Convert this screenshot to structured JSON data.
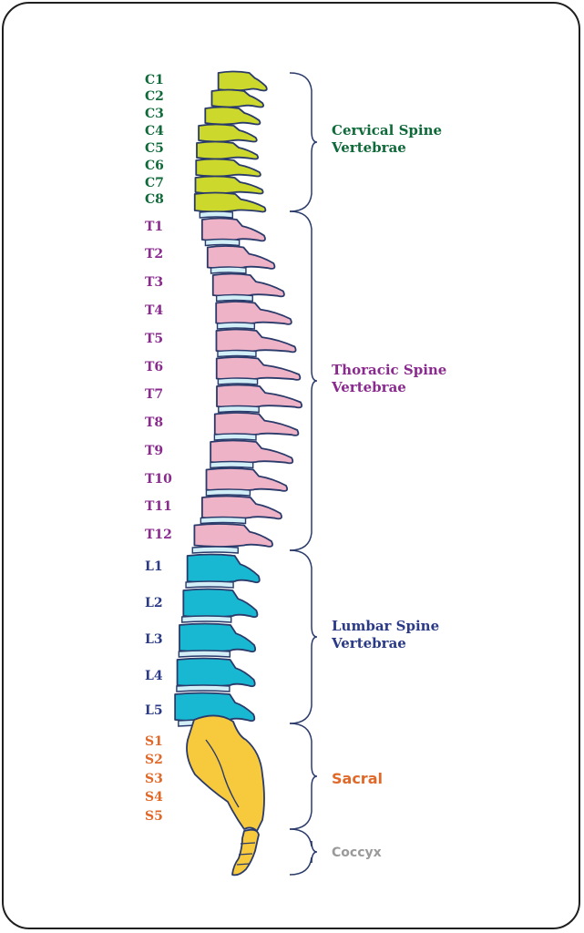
{
  "colors": {
    "cervical": "#0f6a3a",
    "thoracic": "#8a2a8e",
    "lumbar": "#2a3a86",
    "sacral": "#e0692a",
    "coccyx": "#9a9a9a",
    "cervical_fill": "#ccd82b",
    "thoracic_fill": "#efb3c7",
    "lumbar_fill": "#19b8d2",
    "sacral_fill": "#f7c93c",
    "disc_fill": "#d2eef7",
    "outline": "#2a3a6a",
    "bracket": "#2a3a6a"
  },
  "groups": [
    {
      "id": "cervical",
      "name_line1": "Cervical Spine",
      "name_line2": "Vertebrae",
      "vertebrae": [
        "C1",
        "C2",
        "C3",
        "C4",
        "C5",
        "C6",
        "C7",
        "C8"
      ]
    },
    {
      "id": "thoracic",
      "name_line1": "Thoracic Spine",
      "name_line2": "Vertebrae",
      "vertebrae": [
        "T1",
        "T2",
        "T3",
        "T4",
        "T5",
        "T6",
        "T7",
        "T8",
        "T9",
        "T10",
        "T11",
        "T12"
      ]
    },
    {
      "id": "lumbar",
      "name_line1": "Lumbar Spine",
      "name_line2": "Vertebrae",
      "vertebrae": [
        "L1",
        "L2",
        "L3",
        "L4",
        "L5"
      ]
    },
    {
      "id": "sacral",
      "name_line1": "Sacral",
      "name_line2": "",
      "vertebrae": [
        "S1",
        "S2",
        "S3",
        "S4",
        "S5"
      ]
    },
    {
      "id": "coccyx",
      "name_line1": "Coccyx",
      "name_line2": "",
      "vertebrae": []
    }
  ]
}
